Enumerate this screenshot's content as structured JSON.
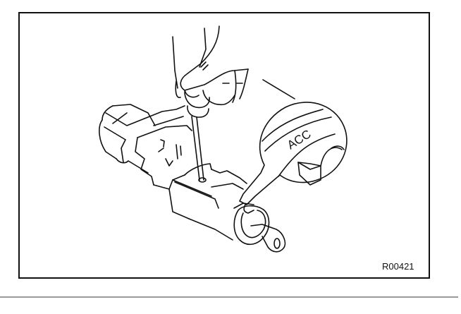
{
  "figure": {
    "reference_code": "R00421",
    "callout_label": "ACC",
    "description": "Screwdriver pressing lock pin on ignition key cylinder, key at ACC position (magnified view)"
  },
  "colors": {
    "line": "#111111",
    "separator": "#9a9a9a",
    "background": "#ffffff"
  }
}
